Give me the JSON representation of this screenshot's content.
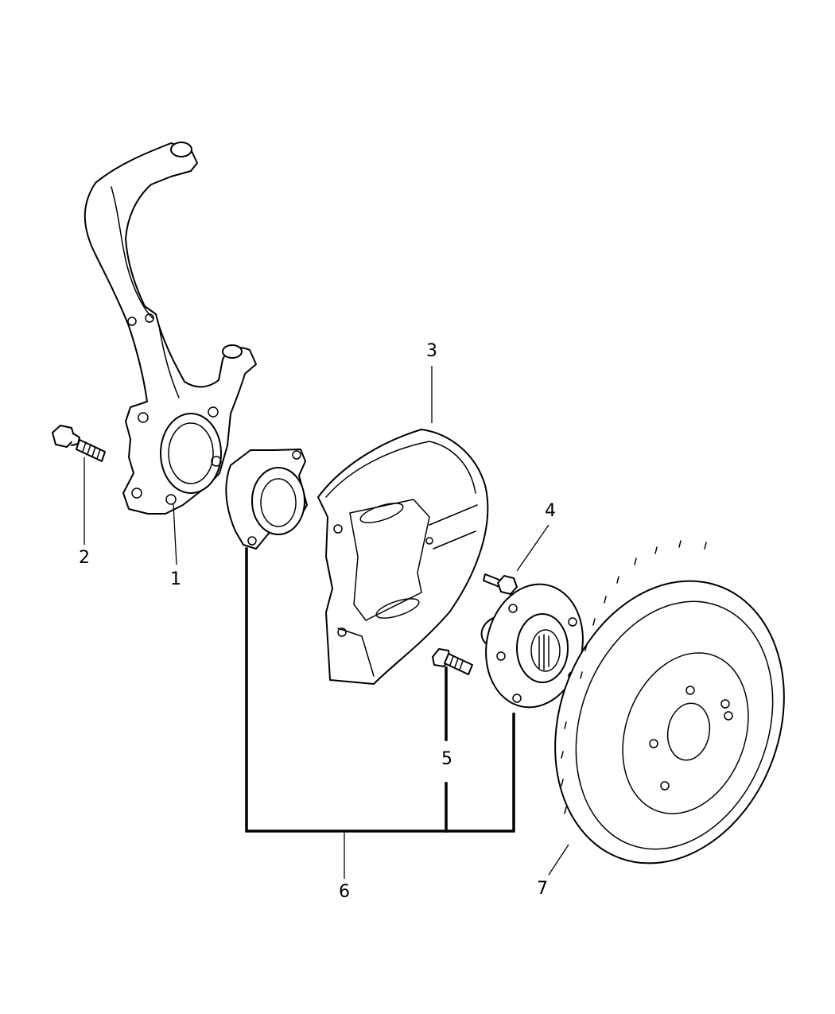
{
  "callouts": {
    "knuckle": "1",
    "knuckle_bolt": "2",
    "splash_shield": "3",
    "shield_bolt": "4",
    "wheel_stud": "5",
    "hub_bearing_assembly": "6",
    "brake_rotor": "7"
  }
}
